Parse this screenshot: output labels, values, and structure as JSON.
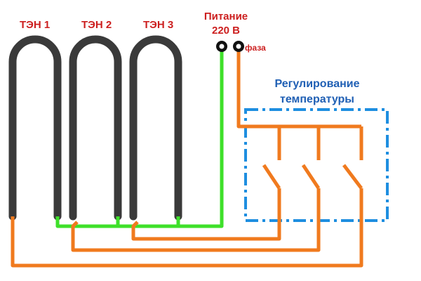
{
  "heaters": [
    {
      "label": "ТЭН 1"
    },
    {
      "label": "ТЭН 2"
    },
    {
      "label": "ТЭН 3"
    }
  ],
  "power": {
    "line1": "Питание",
    "line2": "220 В",
    "phase_label": "фаза"
  },
  "regulation": {
    "line1": "Регулирование",
    "line2": "температуры"
  },
  "colors": {
    "heater": "#3a3a3a",
    "neutral_wire": "#3ee02a",
    "phase_wire": "#f07a1e",
    "label_red": "#cc1f1f",
    "label_blue": "#1f5fb4",
    "control_box_border": "#1e8ee0"
  }
}
